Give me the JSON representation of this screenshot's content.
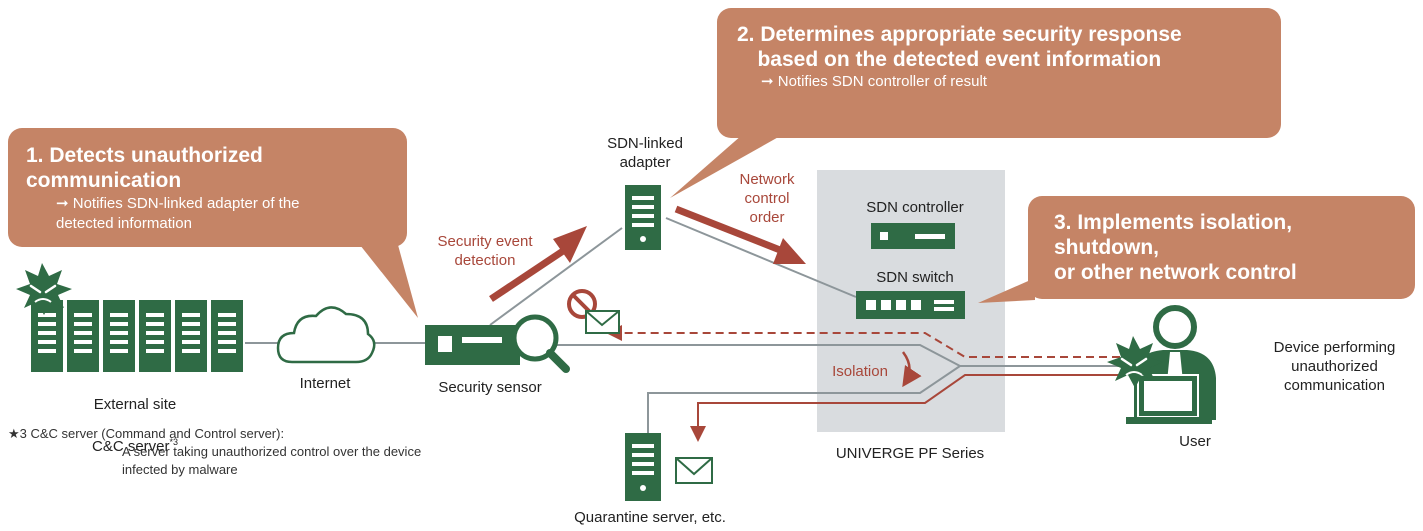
{
  "colors": {
    "callout": "#c58466",
    "device_green": "#2f6b45",
    "accent_red": "#a8473a",
    "line_gray": "#8d969a",
    "panel": "#d9dcdf"
  },
  "callouts": {
    "c1": {
      "head": "1. Detects unauthorized\ncommunication",
      "sub": "➞ Notifies SDN-linked adapter of the\ndetected information"
    },
    "c2": {
      "head": "2. Determines appropriate security response\nbased on the detected event information",
      "sub": "➞ Notifies SDN controller of result"
    },
    "c3": {
      "head": "3. Implements isolation,\nshutdown,\nor other network control"
    }
  },
  "labels": {
    "external_site": "External site",
    "cc_server": "C&C server",
    "cc_sup": "*3",
    "internet": "Internet",
    "security_sensor": "Security sensor",
    "sdn_adapter": "SDN-linked\nadapter",
    "security_event": "Security event\ndetection",
    "network_control": "Network\ncontrol\norder",
    "sdn_controller": "SDN controller",
    "sdn_switch": "SDN switch",
    "isolation": "Isolation",
    "univerge": "UNIVERGE PF Series",
    "quarantine": "Quarantine server, etc.",
    "user": "User",
    "device_performing": "Device performing\nunauthorized\ncommunication"
  },
  "footnote": {
    "title": "★3 C&C server (Command and Control server):",
    "body": "A server taking unauthorized control over the device\ninfected by malware"
  },
  "icons": [
    "server-icon",
    "malware-icon",
    "cloud-icon",
    "magnifier-icon",
    "prohibited-icon",
    "envelope-icon",
    "user-icon",
    "laptop-icon",
    "arrow-icon"
  ]
}
